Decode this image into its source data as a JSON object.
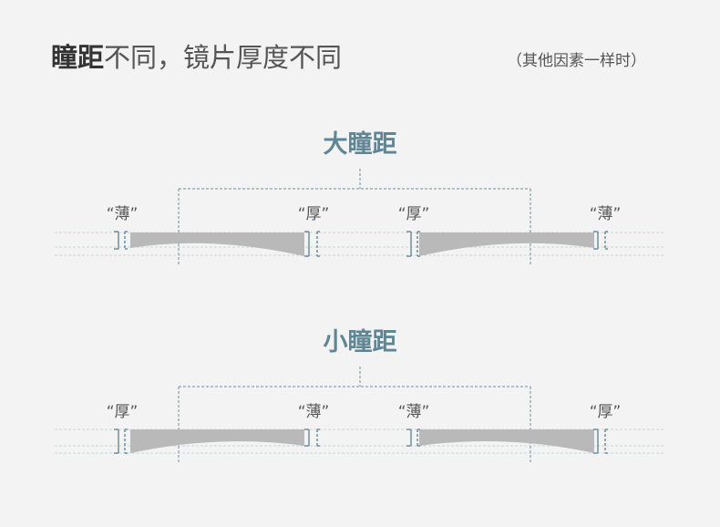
{
  "header": {
    "title_strong": "瞳距",
    "title_rest": "不同，镜片厚度不同",
    "note": "（其他因素一样时）"
  },
  "sections": [
    {
      "title": "大瞳距",
      "labels": [
        "“薄”",
        "“厚”",
        "“厚”",
        "“薄”"
      ]
    },
    {
      "title": "小瞳距",
      "labels": [
        "“厚”",
        "“薄”",
        "“薄”",
        "“厚”"
      ]
    }
  ],
  "colors": {
    "background": "#f3f3f3",
    "accent": "#5f8695",
    "lens": "#b9b9b9",
    "guide_dash": "#6e8fa0",
    "faint_line": "#c9d3d8"
  }
}
